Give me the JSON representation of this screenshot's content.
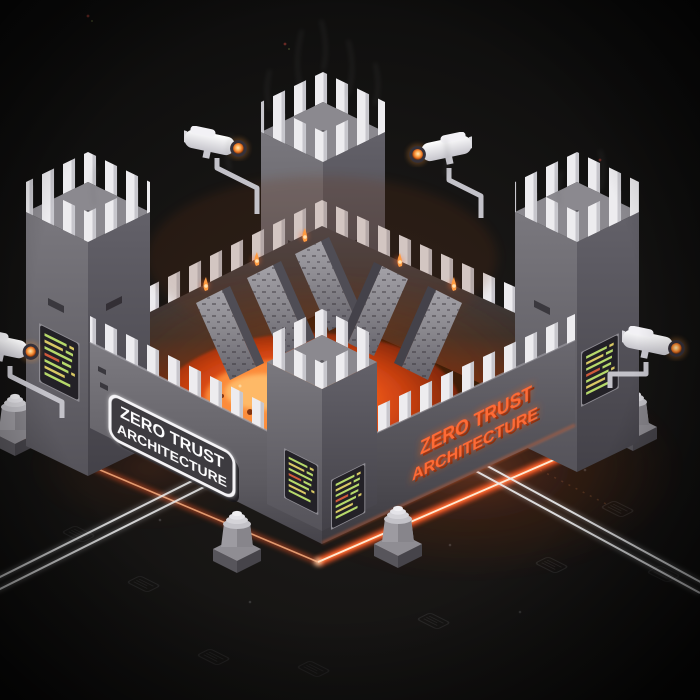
{
  "scene": {
    "title": "Zero Trust Architecture",
    "signs": {
      "left_plaque": {
        "line1": "ZERO TRUST",
        "line2": "ARCHITECTURE"
      },
      "right_neon": {
        "line1": "ZERO TRUST",
        "line2": "ARCHITECTURE"
      }
    },
    "colors": {
      "background": "#121111",
      "castle_wall_light": "#7d7b81",
      "castle_wall_dark": "#4a484e",
      "battlement_white": "#edecef",
      "lava_orange": "#ff7328",
      "laser_orange": "#ff5a26",
      "neon_text_orange": "#ff6a35",
      "plaque_text_white": "#fbfbfc",
      "screen_code_green": "#b6d96a",
      "screen_code_yellow": "#d9c964",
      "screen_code_red": "#d05a3a",
      "camera_white": "#ececf0",
      "camera_lens_amber": "#ffb257",
      "ground_line_white": "#e9e9ec"
    }
  }
}
